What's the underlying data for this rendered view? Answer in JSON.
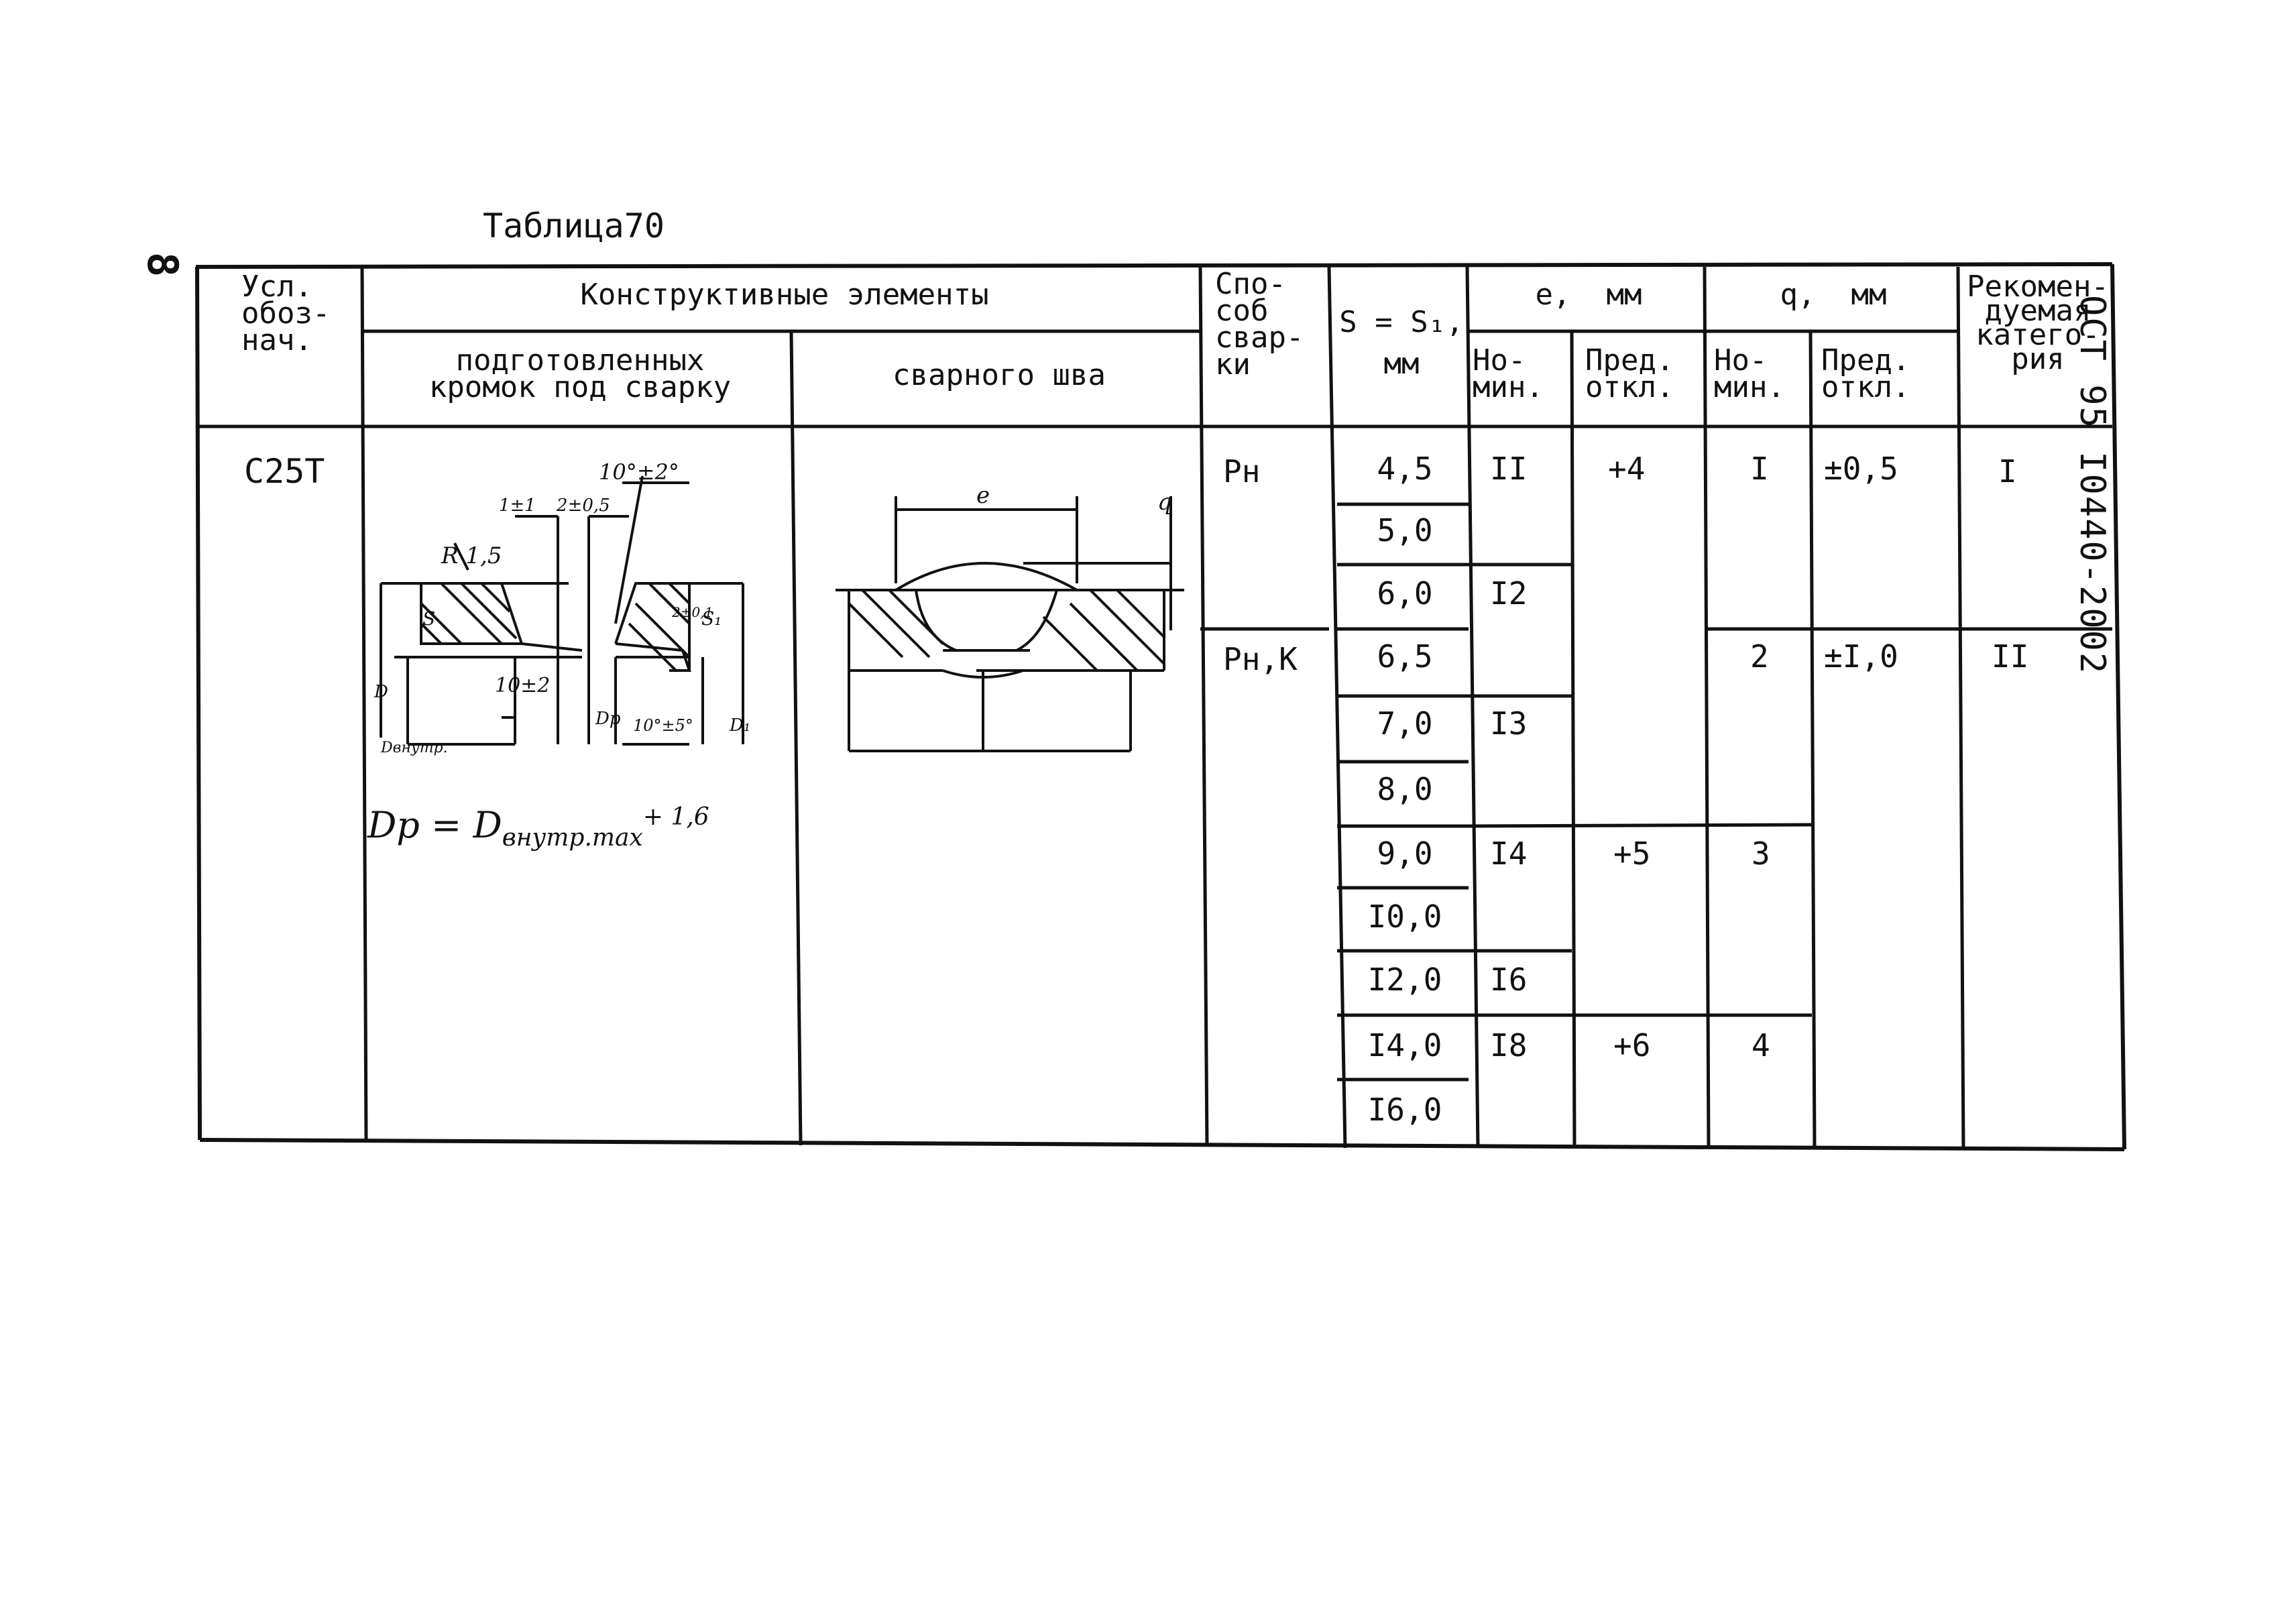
{
  "page_number": "8",
  "table_title": "Таблица70",
  "doc_code": "ОСТ 95 I0440-2002",
  "header": {
    "designation": "Усл.\nобоз-\nнач.",
    "constructive": "Конструктивные элементы",
    "prepared_edges": "подготовленных\nкромок под сварку",
    "weld": "сварного шва",
    "method": "Спо-\nсоб\nсвар-\nки",
    "thickness": "S = S₁,\nмм",
    "e_group": "e,  мм",
    "q_group": "q,  мм",
    "nominal": "Но-\nмин.",
    "deviation": "Пред.\nоткл.",
    "category": "Рекомен-\nдуемая\nкатего-\nрия"
  },
  "designation_value": "С25Т",
  "formula": {
    "main": "Dp = D",
    "sub": "внутр.max",
    "tail": "+ 1,6"
  },
  "drawing_labels": {
    "angle": "10°±2°",
    "dim_a": "1±1",
    "dim_b": "2±0,5",
    "radius": "R 1,5",
    "width": "10±2",
    "s_label": "S",
    "s1_label": "S₁",
    "d_label": "D",
    "dp_label": "Dp",
    "d1_label": "D₁",
    "dvn_label": "Dвнутр.",
    "angle2": "10°±5°",
    "small": "2±0,1",
    "e_label": "e",
    "q_label": "q"
  },
  "methods": [
    "Рн",
    "Рн,К"
  ],
  "thickness_values": [
    "4,5",
    "5,0",
    "6,0",
    "6,5",
    "7,0",
    "8,0",
    "9,0",
    "I0,0",
    "I2,0",
    "I4,0",
    "I6,0"
  ],
  "e_nominal": [
    "II",
    "I2",
    "I3",
    "I4",
    "I6",
    "I8"
  ],
  "e_deviation": [
    "+4",
    "+5",
    "+6"
  ],
  "q_nominal": [
    "I",
    "2",
    "3",
    "4"
  ],
  "q_deviation": [
    "±0,5",
    "±I,0"
  ],
  "categories": [
    "I",
    "II"
  ]
}
